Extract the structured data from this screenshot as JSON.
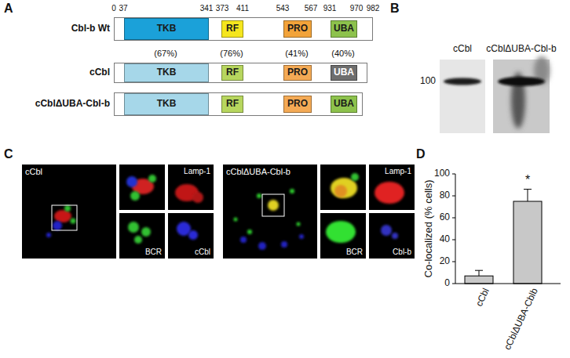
{
  "diagram": {
    "nodes": [
      {
        "text": [
          "Cbl-b Wt"
        ]
      },
      {
        "text": [
          "TKB"
        ],
        "in": 0
      },
      {
        "text": [
          "RF"
        ],
        "in": 0
      },
      {
        "text": [
          "PRO"
        ],
        "in": 0
      },
      {
        "text": [
          "UBA"
        ],
        "in": 0
      },
      {
        "text": [
          "cCbl"
        ]
      },
      {
        "text": [
          "TKB"
        ],
        "in": 5
      },
      {
        "text": [
          "RF"
        ],
        "in": 5
      },
      {
        "text": [
          "PRO"
        ],
        "in": 5
      },
      {
        "text": [
          "UBA"
        ],
        "in": 5
      },
      {
        "text": [
          "cCblΔUBA-Cbl-b"
        ]
      },
      {
        "text": [
          "TKB"
        ],
        "in": 10
      },
      {
        "text": [
          "RF"
        ],
        "in": 10
      },
      {
        "text": [
          "PRO"
        ],
        "in": 10
      },
      {
        "text": [
          "UBA"
        ],
        "in": 10
      },
      {
        "text": [
          "cCbl"
        ]
      },
      {
        "text": [
          "Lamp-1"
        ]
      },
      {
        "text": [
          "BCR"
        ]
      },
      {
        "text": [
          "cCbl"
        ]
      },
      {
        "text": [
          "cCblΔUBA-Cbl-b"
        ]
      },
      {
        "text": [
          "Lamp-1"
        ]
      },
      {
        "text": [
          "BCR"
        ]
      },
      {
        "text": [
          "Cbl-b"
        ]
      }
    ],
    "labels": [
      "A",
      "0",
      "37",
      "341",
      "373",
      "411",
      "543",
      "567",
      "931",
      "970",
      "982",
      "(67%)",
      "(76%)",
      "(41%)",
      "(40%)",
      "B",
      "cCbl",
      "cCblΔUBA-Cbl-b",
      "100",
      "C",
      "D",
      "0",
      "20",
      "40",
      "60",
      "80",
      "100",
      "Co-localized (% cells)",
      "*",
      "cCbl",
      "cCblΔUBA-Cblb"
    ]
  }
}
